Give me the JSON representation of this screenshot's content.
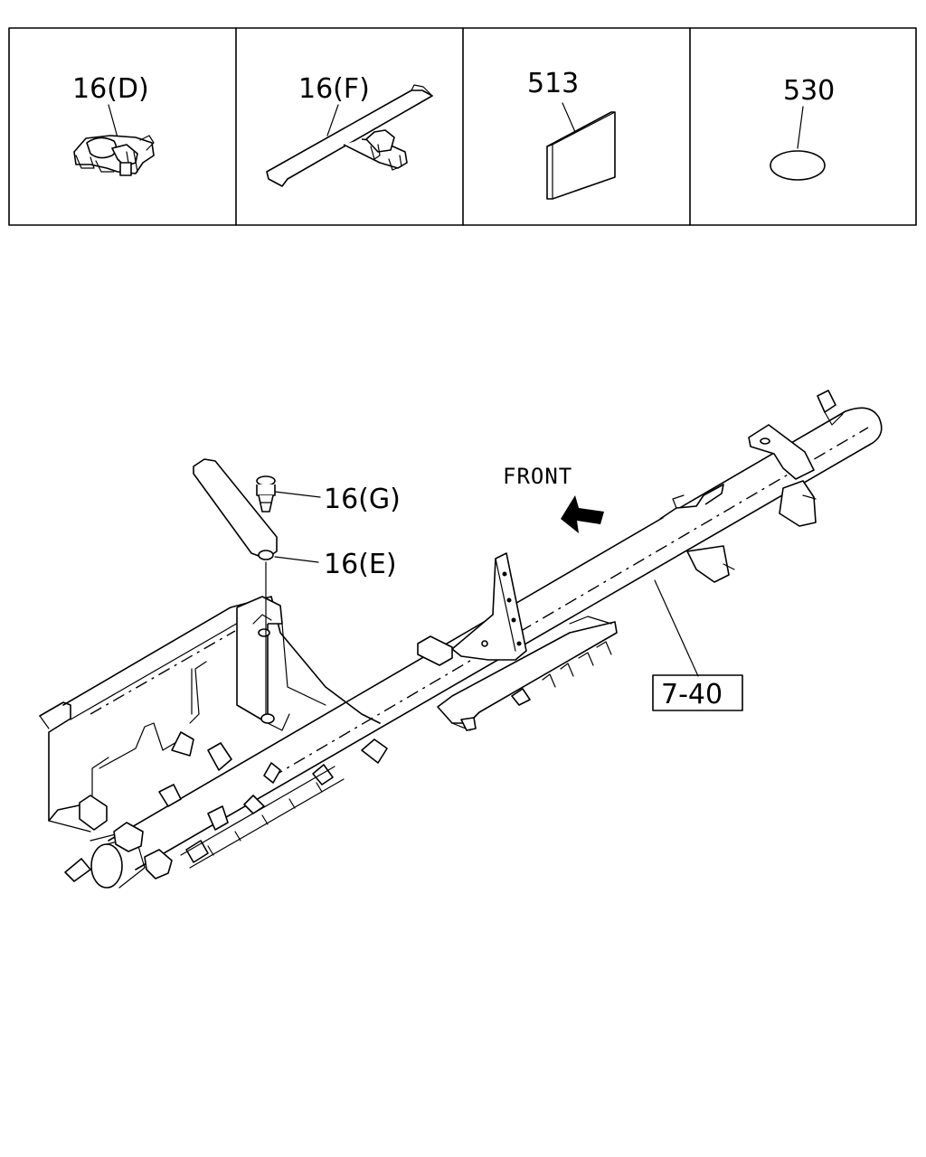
{
  "legend": {
    "cells": [
      {
        "part": "16(D)"
      },
      {
        "part": "16(F)"
      },
      {
        "part": "513"
      },
      {
        "part": "530"
      }
    ]
  },
  "main": {
    "direction_label": "FRONT",
    "callouts": {
      "clip_g": "16(G)",
      "clip_e": "16(E)",
      "assembly": "7-40"
    }
  }
}
